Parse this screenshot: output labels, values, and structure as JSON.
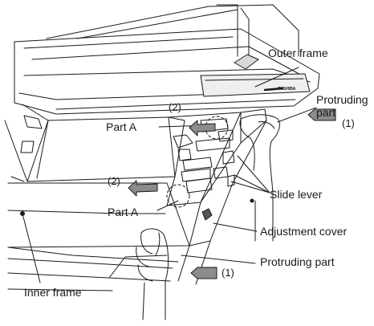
{
  "labels": {
    "outer_frame": "Outer frame",
    "protruding_part_top_line1": "Protruding",
    "protruding_part_top_line2": "part",
    "step1_top": "(1)",
    "step2_top": "(2)",
    "part_a_top": "Part A",
    "step2_lower": "(2)",
    "part_a_lower": "Part A",
    "slide_lever": "Slide lever",
    "adjustment_cover": "Adjustment cover",
    "protruding_part_bottom": "Protruding part",
    "step1_bottom": "(1)",
    "inner_frame": "Inner frame",
    "brand_mark": "TOSHIBA"
  },
  "colors": {
    "line": "#1a1a1a",
    "arrow_fill": "#8c8c8c",
    "panel_fill": "#efefef",
    "background": "#ffffff"
  }
}
